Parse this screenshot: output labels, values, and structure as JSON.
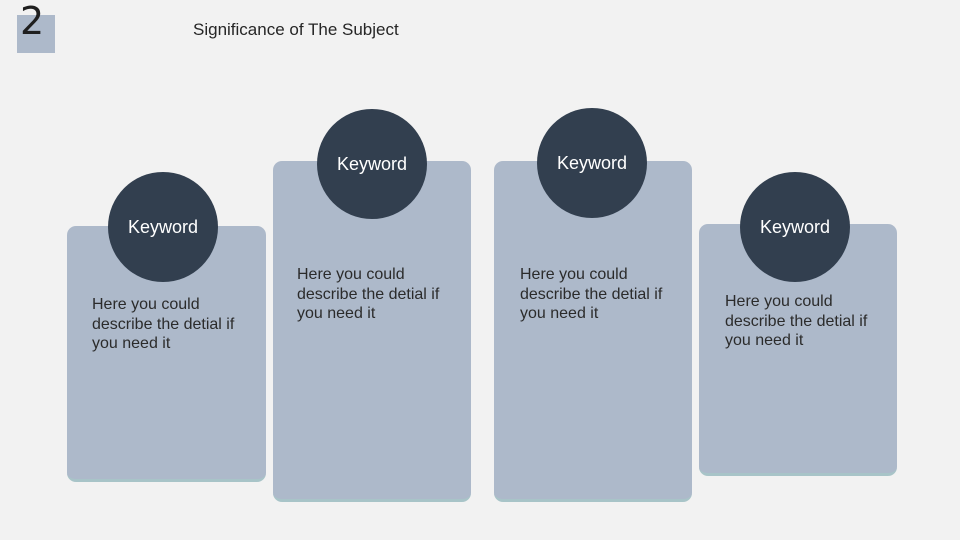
{
  "slide": {
    "number": "2",
    "title": "Significance of The Subject"
  },
  "cards": [
    {
      "keyword": "Keyword",
      "text": "Here you could describe the detial if you need it"
    },
    {
      "keyword": "Keyword",
      "text": "Here you could describe the detial if you need it"
    },
    {
      "keyword": "Keyword",
      "text": "Here you could describe the detial if you need it"
    },
    {
      "keyword": "Keyword",
      "text": "Here you could describe the detial if you need it"
    }
  ],
  "colors": {
    "background": "#f2f2f2",
    "card": "#adb9ca",
    "circle": "#323f4f",
    "card_edge": "#a8c4c8"
  }
}
